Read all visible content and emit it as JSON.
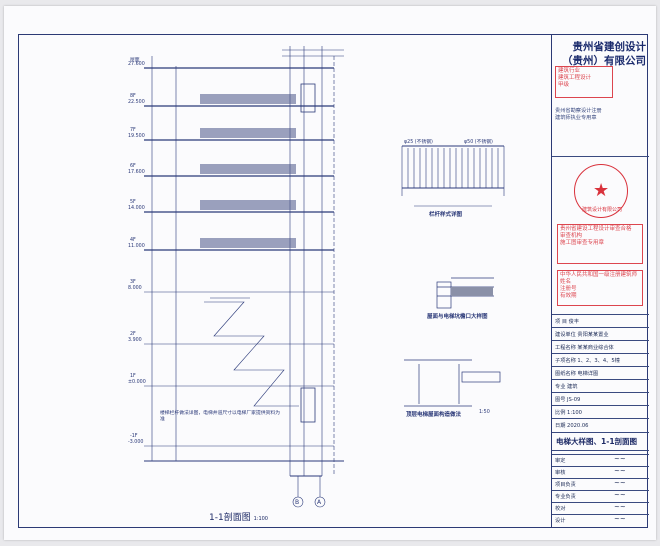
{
  "company": {
    "line1": "贵州省建创设计",
    "line2": "（贵州）有限公司"
  },
  "stamps": {
    "qualification": [
      "建筑行业",
      "建筑工程设计",
      "甲级"
    ],
    "registered": [
      "贵州省勘察设计注册",
      "建筑师执业专用章"
    ],
    "review": [
      "贵州省建设工程设计审查合格",
      "审查机构",
      "施工图审查专用章"
    ],
    "seal_text": "建筑设计有限公司",
    "registered_architect": [
      "中华人民共和国一级注册建筑师",
      "姓名",
      "注册号",
      "有效期"
    ]
  },
  "title_block": {
    "rows": [
      "项    目    俊丰",
      "建设单位  贵阳某某置业",
      "工程名称  某某商业综合体",
      "子项名称  1、2、3、4、5幢",
      "图纸名称  电梯详图",
      "专业  建筑",
      "图号  JS-09",
      "比例  1:100",
      "日期  2020.06"
    ],
    "drawing_title": "电梯大样图、1-1剖面图",
    "signatures": [
      "审定",
      "审核",
      "项目负责",
      "专业负责",
      "校对",
      "设计"
    ]
  },
  "drawing": {
    "main_title": "1-1剖面图",
    "main_scale": "1:100",
    "detail1": "栏杆样式详图",
    "detail2": "屋面与电梯坑檐口大样图",
    "detail3": "顶层电梯屋面构造做法",
    "detail3_note": "1:50",
    "axes": [
      "B",
      "A"
    ],
    "floors": [
      {
        "name": "屋面",
        "elev": "27.600"
      },
      {
        "name": "8F",
        "elev": "22.500"
      },
      {
        "name": "7F",
        "elev": "19.500"
      },
      {
        "name": "6F",
        "elev": "17.600"
      },
      {
        "name": "5F",
        "elev": "14.000"
      },
      {
        "name": "4F",
        "elev": "11.000"
      },
      {
        "name": "3F",
        "elev": "8.000"
      },
      {
        "name": "2F",
        "elev": "3.900"
      },
      {
        "name": "1F",
        "elev": "±0.000"
      },
      {
        "name": "-1F",
        "elev": "-3.000"
      }
    ],
    "note": "楼梯栏杆做法详图，电梯井道尺寸以电梯厂家提供资料为准"
  }
}
